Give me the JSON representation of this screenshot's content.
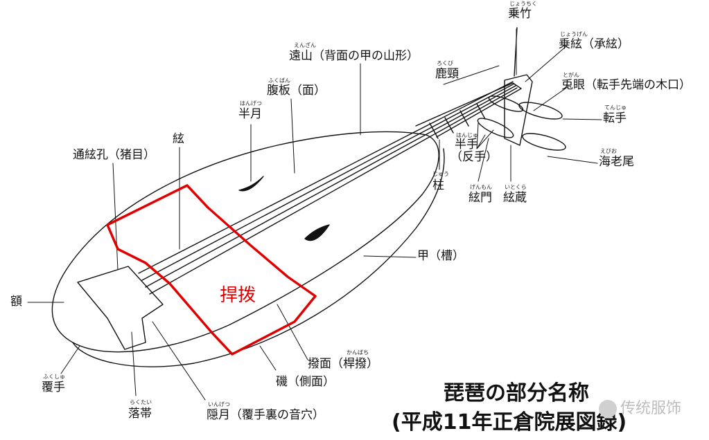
{
  "labels": {
    "joushiku": {
      "text": "乗竹",
      "ruby": "じょうちく"
    },
    "jougen": {
      "text": "乗絃（承絃）",
      "ruby": "じょうげん"
    },
    "togan": {
      "text": "兎眼（転手先端の木口）",
      "ruby": "とがん"
    },
    "tenju": {
      "text": "転手",
      "ruby": "てんじゅ"
    },
    "ebio": {
      "text": "海老尾",
      "ruby": "えびお"
    },
    "enzan": {
      "text": "遠山（背面の甲の山形）",
      "ruby": "えんざん"
    },
    "rokubi": {
      "text": "鹿頸",
      "ruby": "ろくび"
    },
    "fukuban": {
      "text": "腹板（面）",
      "ruby": "ふくばん"
    },
    "hangetsu": {
      "text": "半月",
      "ruby": "はんげつ"
    },
    "gen": {
      "text": "絃",
      "ruby": ""
    },
    "tsuugenkou": {
      "text": "通絃孔（猪目）",
      "ruby": ""
    },
    "hante": {
      "text": "半手",
      "ruby": "はんじゅ"
    },
    "sorite": {
      "text": "（反手）",
      "ruby": ""
    },
    "ji": {
      "text": "柱",
      "ruby": "じゅう"
    },
    "genmon": {
      "text": "絃門",
      "ruby": "げんもん"
    },
    "genzou": {
      "text": "絃蔵",
      "ruby": "いとくら"
    },
    "kou": {
      "text": "甲（槽）",
      "ruby": ""
    },
    "hitai": {
      "text": "額",
      "ruby": ""
    },
    "bachimen": {
      "text": "撥面（桿撥）",
      "ruby": "かんばち"
    },
    "iso": {
      "text": "磯（側面）",
      "ruby": ""
    },
    "fukushu": {
      "text": "覆手",
      "ruby": "ふくしゅ"
    },
    "rakutai": {
      "text": "落帯",
      "ruby": "らくたい"
    },
    "ingetsu": {
      "text": "隠月（覆手裏の音穴）",
      "ruby": "いんげつ"
    }
  },
  "annotation": "捍拨",
  "title_line1": "琵琶の部分名称",
  "title_line2": "(平成11年正倉院展図録)",
  "watermark": "传统服饰",
  "colors": {
    "line": "#111111",
    "highlight": "#e00000",
    "watermark": "#bdbdbd"
  }
}
